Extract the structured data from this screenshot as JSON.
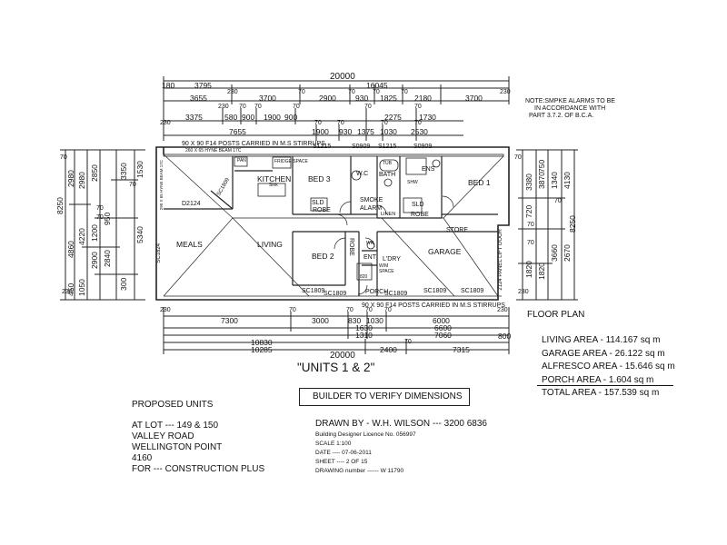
{
  "labels": {
    "title_units": "\"UNITS 1 & 2\"",
    "floor_plan": "FLOOR PLAN",
    "note_smoke": [
      "NOTE:SMPKE ALARMS TO BE",
      "IN ACCORDANCE WITH",
      "PART 3.7.2. OF B.C.A."
    ],
    "posts_top": "90 X 90 F14 POSTS CARRIED IN M.S STIRRUPS",
    "posts_bottom": "90 X 90 F14 POSTS CARRIED IN M.S STIRRUPS",
    "beam": "260 X 65 HYNE BEAM 17C",
    "beam_side": "290 X 65 HYNE BEAM 17C",
    "panel_door": "2124 PANEL LIFT DOOR"
  },
  "rooms": {
    "kitchen": "KITCHEN",
    "sink": "Sink",
    "pan": "PAN",
    "fridge": "FRIDGE SPACE",
    "bed3": "BED 3",
    "bed1": "BED 1",
    "bed2": "BED 2",
    "bath": "BATH",
    "wc": "W.C",
    "ens": "ENS",
    "shw": "SHW",
    "smoke_alarm": "SMOKE ALARM",
    "robe": "ROBE",
    "linen": "LINEN",
    "store": "STORE",
    "meals": "MEALS",
    "living": "LIVING",
    "garage": "GARAGE",
    "ldry": "L'DRY",
    "ent": "ENT",
    "porch": "PORCH",
    "sld": "SLD",
    "wm": "W/M SPACE",
    "tub": "TUB",
    "wr": "WR"
  },
  "windows": {
    "s1215_a": "S1215",
    "s0909_a": "S0909",
    "s1215_b": "S1215",
    "s0909_b": "S0909",
    "sc1809_kitchen": "SC1809",
    "d2124": "D2124",
    "sc1824": "SC1824",
    "sc1809_b1": "SC1809",
    "sc1809_b2": "SC1809",
    "sc1809_b3": "SC1809",
    "sc1809_b4": "SC1809",
    "sc1809_b5": "SC1809",
    "d820": "820"
  },
  "dims_top": {
    "overall": "20000",
    "row2": [
      "180",
      "3795",
      "16045"
    ],
    "row3": [
      "230",
      "70",
      "70",
      "70",
      "70",
      "230"
    ],
    "row4": [
      "3655",
      "3700",
      "2900",
      "930",
      "1825",
      "2180",
      "3700"
    ],
    "row5": [
      "230",
      "70",
      "70",
      "70",
      "70",
      "70"
    ],
    "row6": [
      "3375",
      "580",
      "900",
      "1900",
      "900",
      "2275",
      "1730"
    ],
    "row7": [
      "230",
      "70",
      "70",
      "70",
      "70"
    ],
    "row8": [
      "7655",
      "1900",
      "930",
      "1375",
      "1030",
      "2530"
    ]
  },
  "dims_bottom": {
    "row1": [
      "230",
      "70",
      "70",
      "70",
      "70",
      "230"
    ],
    "row2": [
      "7300",
      "3000",
      "830",
      "1030",
      "6000"
    ],
    "row3": [
      "1630",
      "1310",
      "6600",
      "7060"
    ],
    "row4": [
      "10830",
      "70",
      "800"
    ],
    "row5": [
      "10285",
      "2400",
      "7315"
    ],
    "overall": "20000"
  },
  "dims_left": {
    "overall": "8250",
    "col_a": [
      "2980",
      "4860",
      "450"
    ],
    "col_b": [
      "2980",
      "4220",
      "1050"
    ],
    "col_c": [
      "2850",
      "1200",
      "2900",
      "950"
    ],
    "col_d": [
      "3350",
      "2840",
      "300",
      "5340"
    ],
    "small": [
      "70",
      "70",
      "70",
      "230",
      "70",
      "1530"
    ]
  },
  "dims_right": {
    "overall": "8250",
    "col_a": [
      "3380",
      "2670",
      "3870"
    ],
    "col_b": [
      "1340",
      "1820",
      "3660"
    ],
    "col_c": [
      "4130",
      "750",
      "720"
    ],
    "small": [
      "70",
      "70",
      "70",
      "230",
      "70",
      "1820"
    ]
  },
  "areas": [
    "LIVING AREA - 114.167 sq m",
    "GARAGE AREA - 26.122 sq m",
    "ALFRESCO AREA - 15.646 sq m",
    "PORCH AREA - 1.604 sq m"
  ],
  "total_area": "TOTAL AREA - 157.539 sq m",
  "verify": "BUILDER TO VERIFY DIMENSIONS",
  "proposed": {
    "heading": "PROPOSED UNITS",
    "lot": "AT LOT ---  149 & 150",
    "road": "VALLEY ROAD",
    "suburb": "WELLINGTON POINT",
    "postcode": "4160",
    "for": "FOR --- CONSTRUCTION PLUS"
  },
  "title_block": {
    "drawn_by": "DRAWN BY  - W.H. WILSON --- 3200 6836",
    "licence": "Building Designer Licence No. 056997",
    "scale": "SCALE 1:100",
    "date": "DATE ----  07-06-2011",
    "sheet": "SHEET ----  2 OF 15",
    "drawing_number": "DRAWING number ------  W 11790"
  }
}
